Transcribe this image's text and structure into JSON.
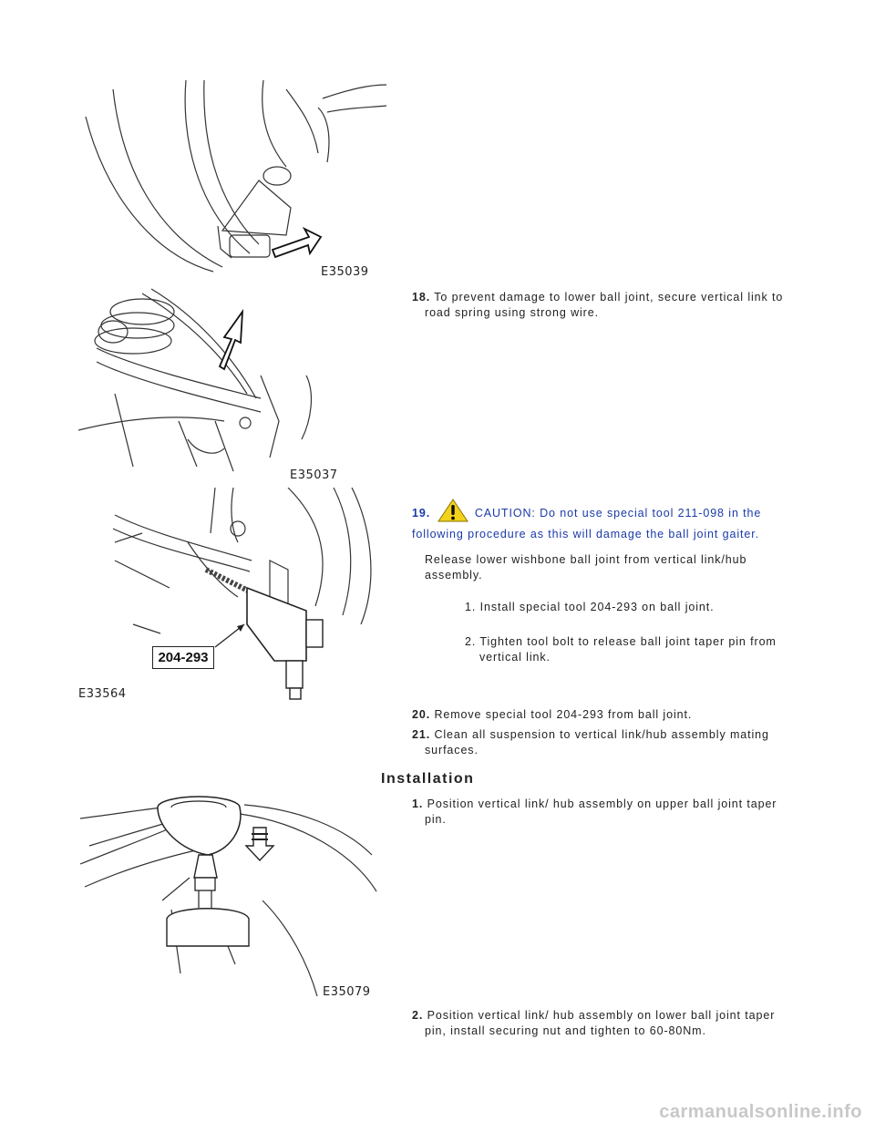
{
  "figures": [
    {
      "id": "E35039"
    },
    {
      "id": "E35037"
    },
    {
      "id": "E33564",
      "tool_label": "204-293"
    },
    {
      "id": "E35079"
    }
  ],
  "steps": {
    "s18": {
      "num": "18.",
      "text": "To prevent damage to lower ball joint, secure vertical link to",
      "cont": "road spring using strong wire."
    },
    "s19": {
      "num": "19.",
      "caution_line1": "CAUTION: Do not use special tool 211-098 in the",
      "caution_line2": "following procedure as this will damage the ball joint gaiter.",
      "para_line1": "Release lower wishbone ball joint from vertical link/hub",
      "para_line2": "assembly.",
      "sub1": "1. Install special tool 204-293 on ball joint.",
      "sub2": "2. Tighten tool bolt to release ball joint taper pin from",
      "sub2_cont": "vertical link."
    },
    "s20": {
      "num": "20.",
      "text": "Remove special tool 204-293 from ball joint."
    },
    "s21": {
      "num": "21.",
      "text": "Clean all suspension to vertical link/hub assembly mating",
      "cont": "surfaces."
    }
  },
  "installation": {
    "heading": "Installation",
    "s1": {
      "num": "1.",
      "text": "Position vertical link/ hub assembly on upper ball joint taper",
      "cont": "pin."
    },
    "s2": {
      "num": "2.",
      "text": "Position vertical link/ hub assembly on lower ball joint taper",
      "cont": "pin, install securing nut and tighten to 60-80Nm."
    }
  },
  "watermark": "carmanualsonline.info",
  "colors": {
    "caution_text": "#1a3aa8",
    "warning_icon": "#f2d21b"
  }
}
